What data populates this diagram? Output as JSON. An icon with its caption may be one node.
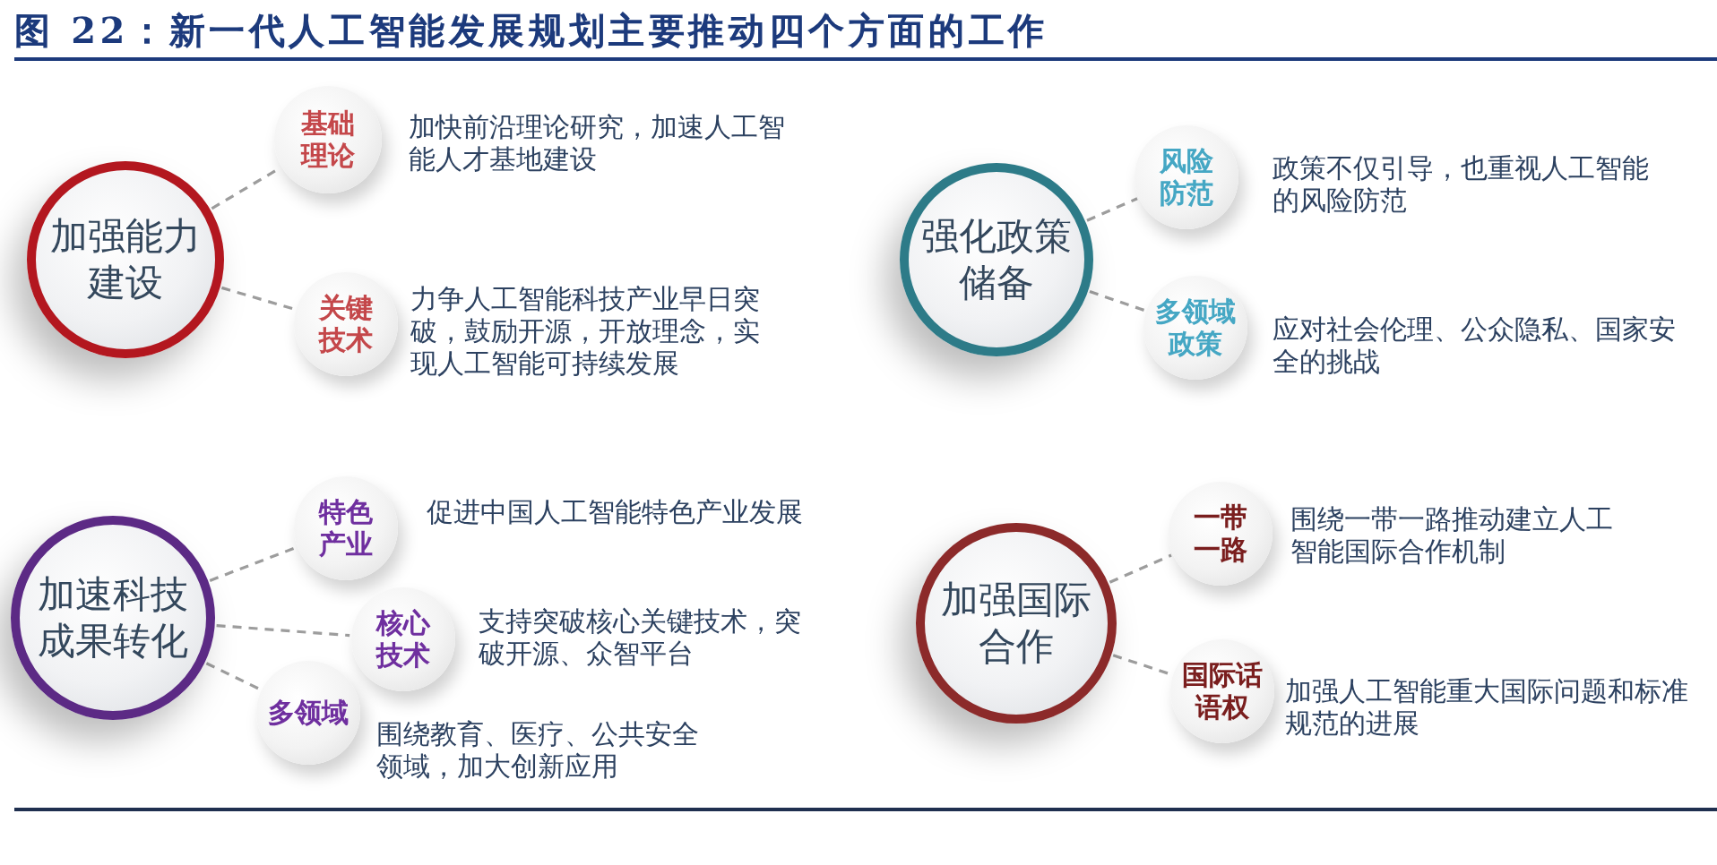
{
  "diagram": {
    "title": "图 22：新一代人工智能发展规划主要推动四个方面的工作",
    "nodes": [
      {
        "text": [
          "加强能力建设"
        ]
      },
      {
        "text": [
          "基础理论"
        ],
        "beside": [
          "加快前沿理论研究，加速人工智能人才基地建设"
        ]
      },
      {
        "text": [
          "关键技术"
        ],
        "beside": [
          "力争人工智能科技产业早日突破，鼓励开源，开放理念，实现人工智能可持续发展"
        ]
      },
      {
        "text": [
          "强化政策储备"
        ]
      },
      {
        "text": [
          "风险防范"
        ],
        "beside": [
          "政策不仅引导，也重视人工智能的风险防范"
        ]
      },
      {
        "text": [
          "多领域政策"
        ],
        "beside": [
          "应对社会伦理、公众隐私、国家安全的挑战"
        ]
      },
      {
        "text": [
          "加速科技成果转化"
        ]
      },
      {
        "text": [
          "特色产业"
        ],
        "beside": [
          "促进中国人工智能特色产业发展"
        ]
      },
      {
        "text": [
          "核心技术"
        ],
        "beside": [
          "支持突破核心关键技术，突破开源、众智平台"
        ]
      },
      {
        "text": [
          "多领域"
        ],
        "beside": [
          "围绕教育、医疗、公共安全领域，加大创新应用"
        ]
      },
      {
        "text": [
          "加强国际合作"
        ]
      },
      {
        "text": [
          "一带一路"
        ],
        "beside": [
          "围绕一带一路推动建立人工智能国际合作机制"
        ]
      },
      {
        "text": [
          "国际话语权"
        ],
        "beside": [
          "加强人工智能重大国际问题和标准规范的进展"
        ]
      }
    ],
    "edges": [
      {
        "from": 0,
        "to": 1,
        "arrow": "none",
        "style": "dashed"
      },
      {
        "from": 0,
        "to": 2,
        "arrow": "none",
        "style": "dashed"
      },
      {
        "from": 3,
        "to": 4,
        "arrow": "none",
        "style": "dashed"
      },
      {
        "from": 3,
        "to": 5,
        "arrow": "none",
        "style": "dashed"
      },
      {
        "from": 6,
        "to": 7,
        "arrow": "none",
        "style": "dashed"
      },
      {
        "from": 6,
        "to": 8,
        "arrow": "none",
        "style": "dashed"
      },
      {
        "from": 6,
        "to": 9,
        "arrow": "none",
        "style": "dashed"
      },
      {
        "from": 10,
        "to": 11,
        "arrow": "none",
        "style": "dashed"
      },
      {
        "from": 10,
        "to": 12,
        "arrow": "none",
        "style": "dashed"
      }
    ]
  }
}
